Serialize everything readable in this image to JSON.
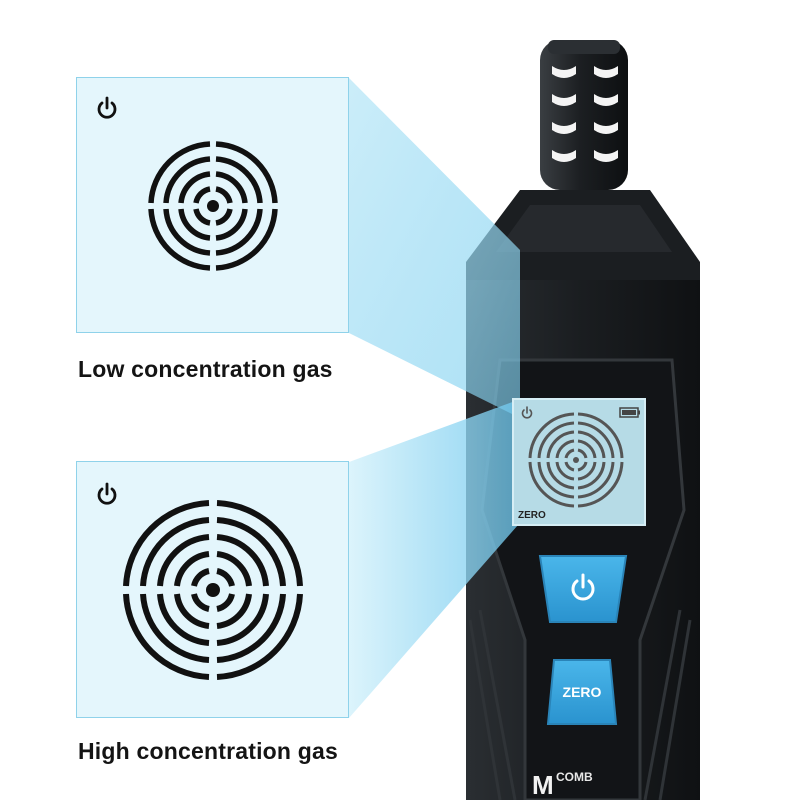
{
  "labels": {
    "low": "Low concentration gas",
    "high": "High concentration gas"
  },
  "device": {
    "screen_zero_text": "ZERO",
    "zero_button_label": "ZERO",
    "power_button_icon": "power-icon",
    "side_text": "COMB",
    "brand_text": "M"
  },
  "colors": {
    "accent_blue": "#3aa9e0",
    "panel_bg": "#e4f6fc",
    "panel_border": "#8fd2ea",
    "device_body": "#1c1f22"
  }
}
